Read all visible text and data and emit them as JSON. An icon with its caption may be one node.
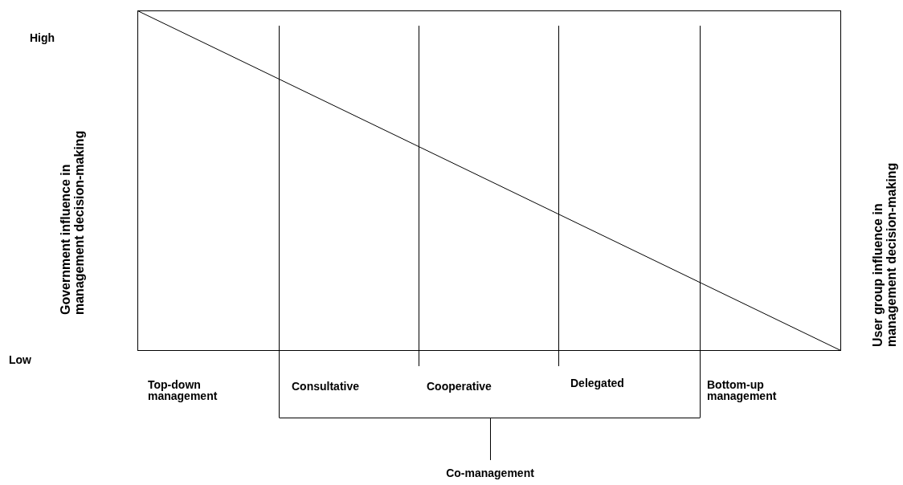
{
  "diagram": {
    "labels": [
      "High",
      "Government influence in management decision-making",
      "User group influence in management decision-making",
      "Low",
      "Top-down management",
      "Consultative",
      "Cooperative",
      "Delegated",
      "Bottom-up management",
      "Co-management"
    ]
  }
}
